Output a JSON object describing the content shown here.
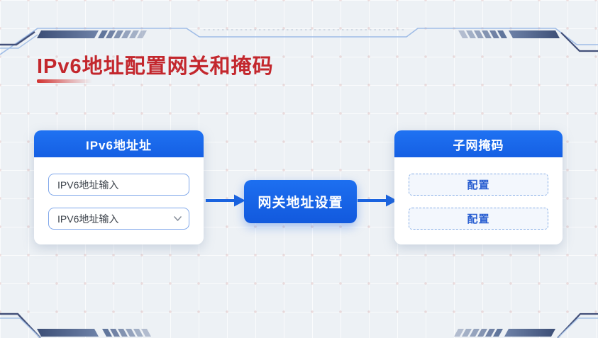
{
  "title": {
    "text": "IPv6地址配置网关和掩码"
  },
  "left_card": {
    "header": "IPv6地址址",
    "inputs": [
      {
        "placeholder": "IPV6地址输入"
      },
      {
        "placeholder": "IPV6地址输入"
      }
    ]
  },
  "center_button": {
    "label": "网关地址设置"
  },
  "right_card": {
    "header": "子网掩码",
    "buttons": [
      {
        "label": "配置"
      },
      {
        "label": "配置"
      }
    ]
  },
  "icons": {
    "chevron_down_icon": "⌄"
  },
  "colors": {
    "accent_blue": "#1766e9",
    "title_red": "#c3272d",
    "arrow_blue": "#1a63df",
    "decoration_navy": "#49597f",
    "dashed_border_blue": "#84ace6",
    "background": "#edf1f5"
  }
}
